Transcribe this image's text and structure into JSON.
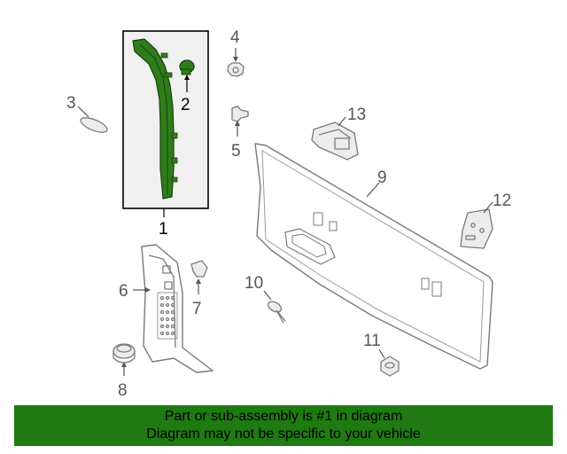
{
  "diagram": {
    "callouts": {
      "c1": "1",
      "c2": "2",
      "c3": "3",
      "c4": "4",
      "c5": "5",
      "c6": "6",
      "c7": "7",
      "c8": "8",
      "c9": "9",
      "c10": "10",
      "c11": "11",
      "c12": "12",
      "c13": "13"
    },
    "colors": {
      "highlight_part": "#2f7d1a",
      "highlight_box_bg": "#f0f0f0",
      "banner_bg": "#1f7a12",
      "line_art": "#7a7a7a"
    }
  },
  "banner": {
    "line1": "Part or sub-assembly is #1 in diagram",
    "line2": "Diagram may not be specific to your vehicle"
  }
}
